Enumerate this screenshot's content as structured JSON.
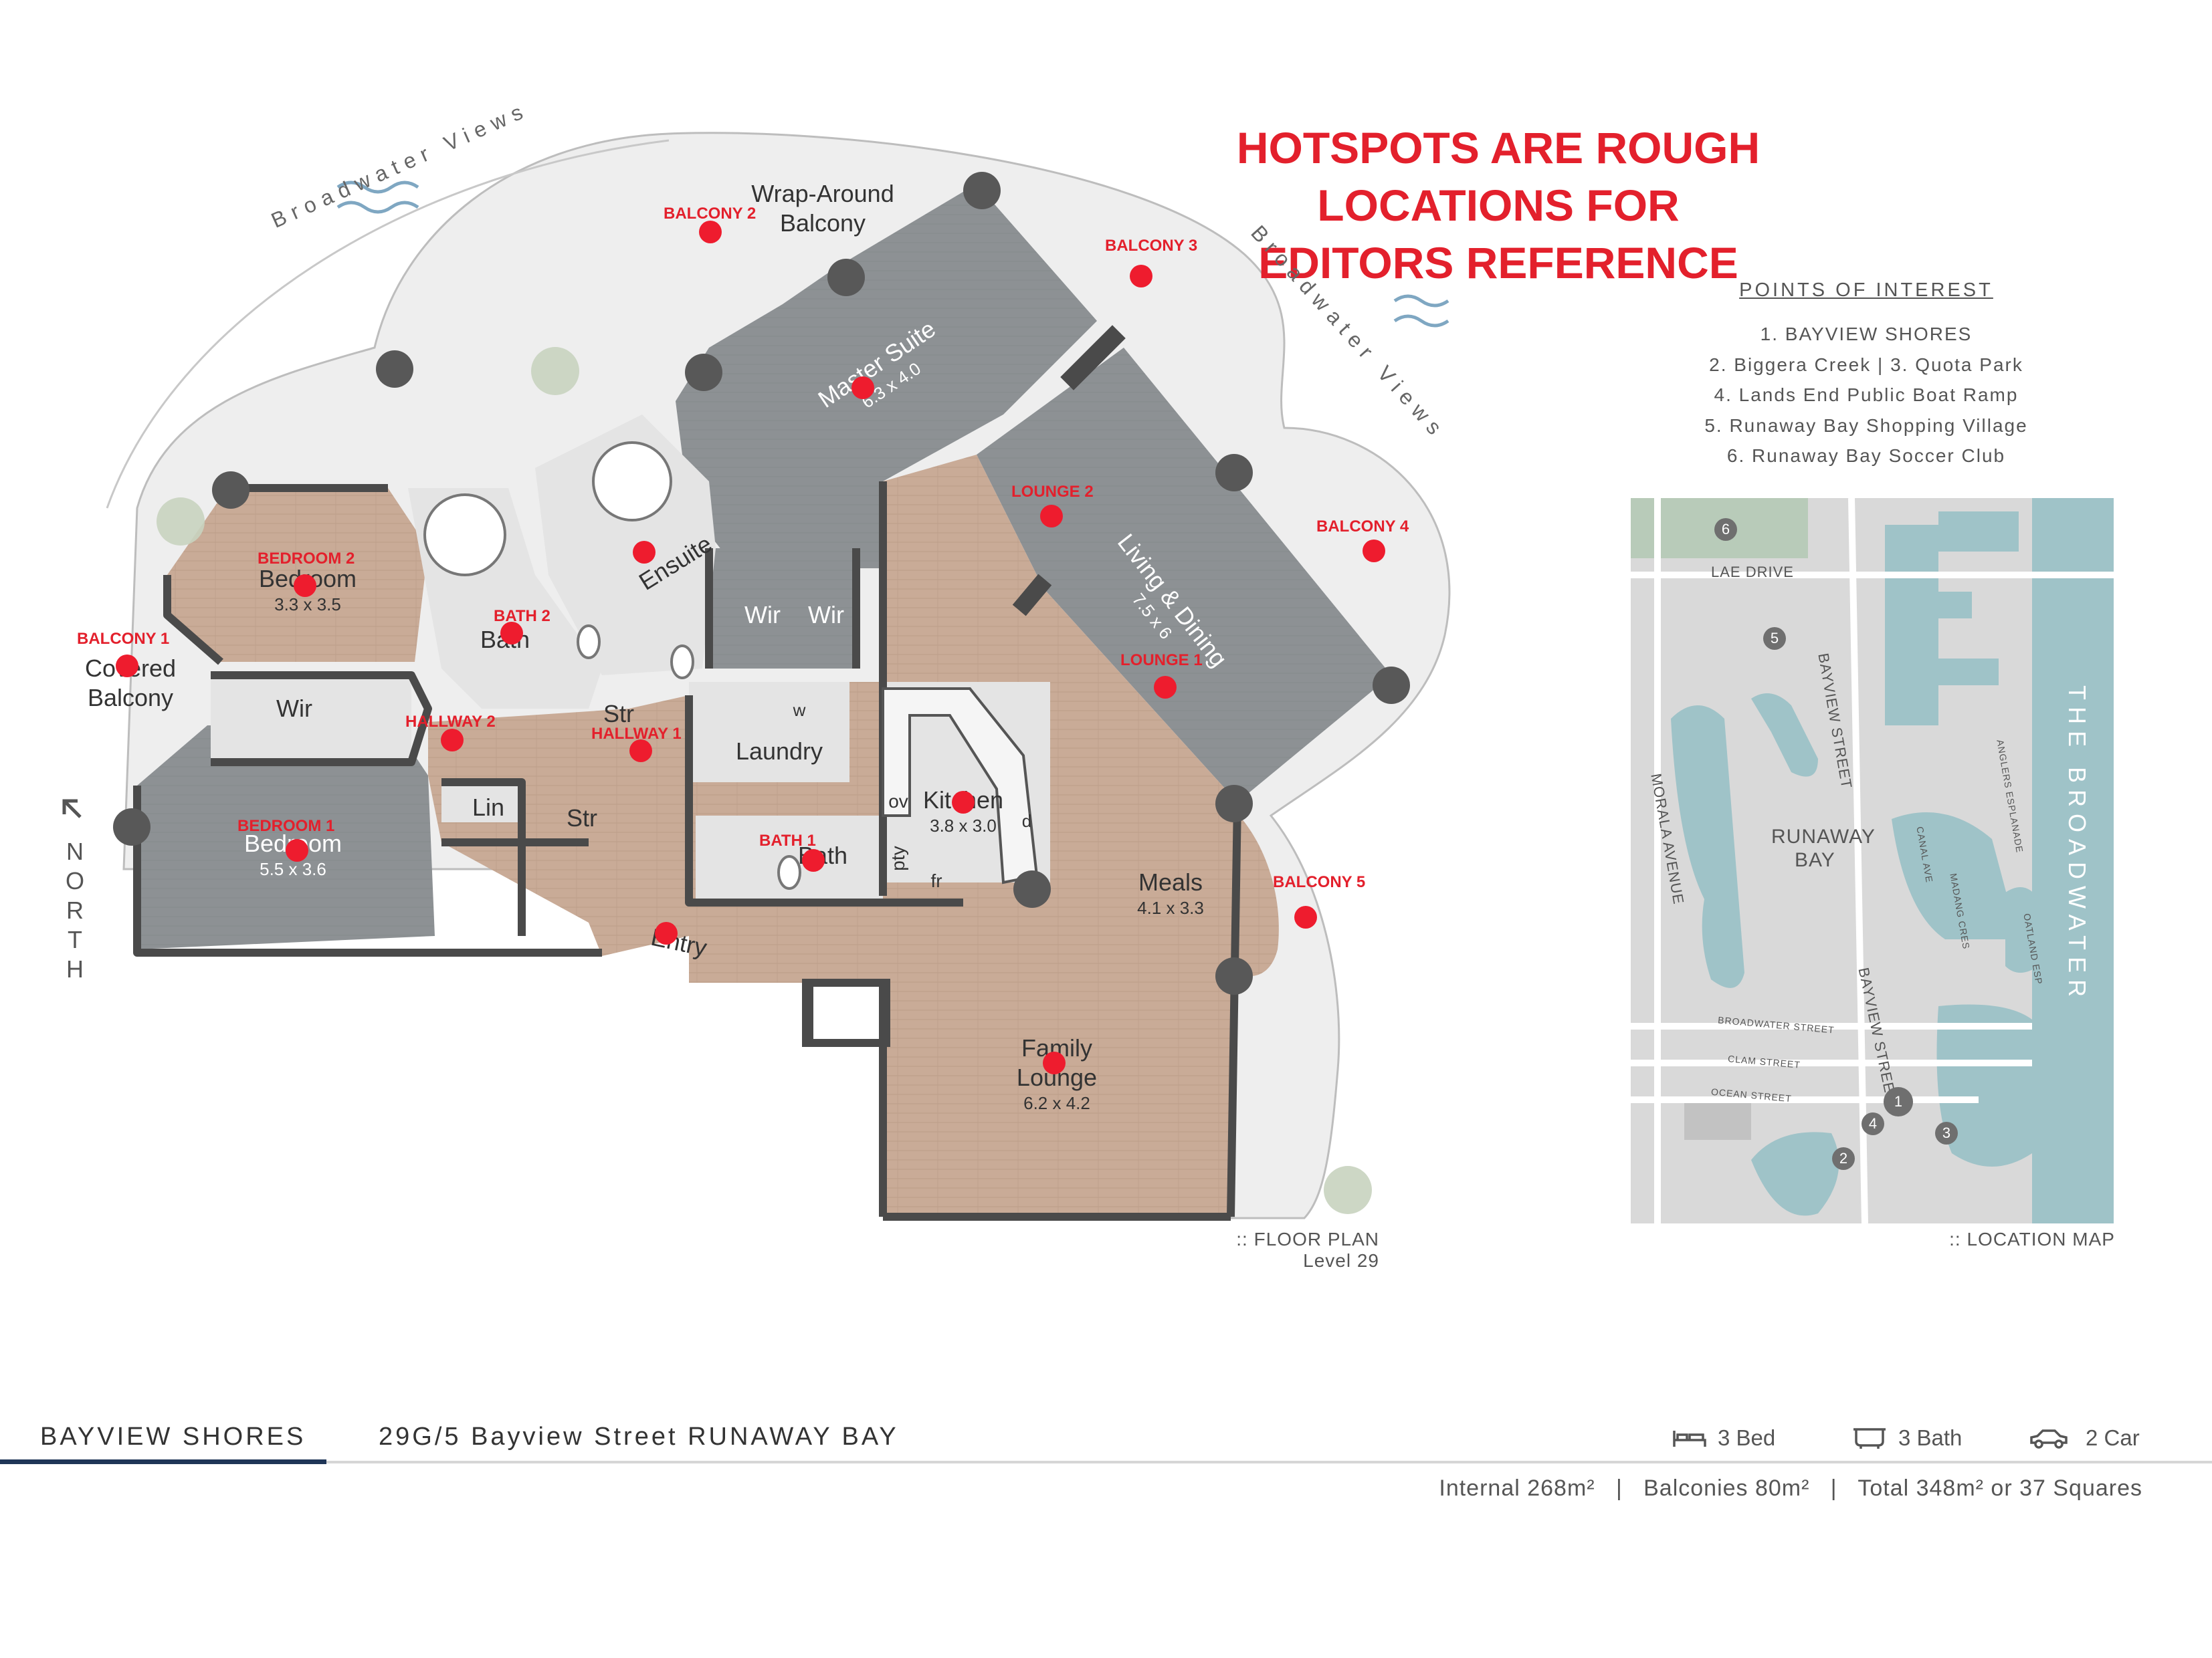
{
  "notice": {
    "line1": "HOTSPOTS ARE ROUGH",
    "line2": "LOCATIONS FOR",
    "line3": "EDITORS REFERENCE"
  },
  "views": {
    "left": "Broadwater Views",
    "right": "Broadwater Views"
  },
  "rooms": {
    "wrap_balcony_1": "Wrap-Around",
    "wrap_balcony_2": "Balcony",
    "master": "Master Suite",
    "master_dim": "6.3 x 4.0",
    "living": "Living & Dining",
    "living_dim": "7.5 x 6",
    "bedroom2": "Bedroom",
    "bedroom2_dim": "3.3 x 3.5",
    "bedroom1": "Bedroom",
    "bedroom1_dim": "5.5 x 3.6",
    "covered1": "Covered",
    "covered2": "Balcony",
    "ensuite": "Ensuite",
    "bath": "Bath",
    "bath_lower": "Bath",
    "wir_a": "Wir",
    "wir_b": "Wir",
    "wir_c": "Wir",
    "wir_d": "Wir",
    "str_a": "Str",
    "str_b": "Str",
    "lin": "Lin",
    "laundry": "Laundry",
    "kitchen": "Kitchen",
    "kitchen_dim": "3.8 x 3.0",
    "ov": "ov",
    "pty": "pty",
    "fr": "fr",
    "w": "w",
    "d": "d",
    "meals": "Meals",
    "meals_dim": "4.1 x 3.3",
    "entry": "Entry",
    "family1": "Family",
    "family2": "Lounge",
    "family_dim": "6.2 x 4.2"
  },
  "hotspots": {
    "balcony2": "BALCONY 2",
    "balcony3": "BALCONY 3",
    "balcony4": "BALCONY 4",
    "balcony5": "BALCONY 5",
    "balcony1": "BALCONY 1",
    "bedroom2": "BEDROOM 2",
    "bedroom1": "BEDROOM 1",
    "bath2": "BATH 2",
    "bath1": "BATH 1",
    "hallway2": "HALLWAY 2",
    "hallway1": "HALLWAY 1",
    "lounge2": "LOUNGE 2",
    "lounge1": "LOUNGE 1"
  },
  "north": [
    "N",
    "O",
    "R",
    "T",
    "H"
  ],
  "floor_plan_caption": ":: FLOOR PLAN",
  "level": "Level 29",
  "location_caption": ":: LOCATION MAP",
  "poi": {
    "heading": "POINTS OF INTEREST",
    "items": [
      "1. BAYVIEW SHORES",
      "2. Biggera Creek  |  3. Quota Park",
      "4. Lands End Public Boat Ramp",
      "5. Runaway Bay Shopping Village",
      "6. Runaway Bay Soccer Club"
    ]
  },
  "map": {
    "lae_drive": "LAE DRIVE",
    "bayview_street_1": "BAYVIEW STREET",
    "bayview_street_2": "BAYVIEW STREET",
    "morala_avenue": "MORALA AVENUE",
    "runaway1": "RUNAWAY",
    "runaway2": "BAY",
    "broadwater": "THE BROADWATER",
    "anglers": "ANGLERS ESPLANADE",
    "canal": "CANAL AVE",
    "madang": "MADANG CRES",
    "oatland": "OATLAND ESP",
    "broadwater_st": "BROADWATER STREET",
    "clam_st": "CLAM STREET",
    "ocean_st": "OCEAN STREET",
    "markers": [
      "1",
      "2",
      "3",
      "4",
      "5",
      "6"
    ]
  },
  "footer": {
    "brand": "BAYVIEW SHORES",
    "address": "29G/5 Bayview Street RUNAWAY BAY",
    "bed": "3 Bed",
    "bath": "3 Bath",
    "car": "2 Car",
    "areas": "Internal 268m²   |   Balconies 80m²   |   Total 348m² or 37 Squares"
  },
  "colors": {
    "hotspot": "#ee1c2e",
    "notice": "#e3202c",
    "grey_room": "#8f9497",
    "timber": "#c8a893",
    "water": "#9fc3c8",
    "footer_accent": "#1f3557"
  }
}
